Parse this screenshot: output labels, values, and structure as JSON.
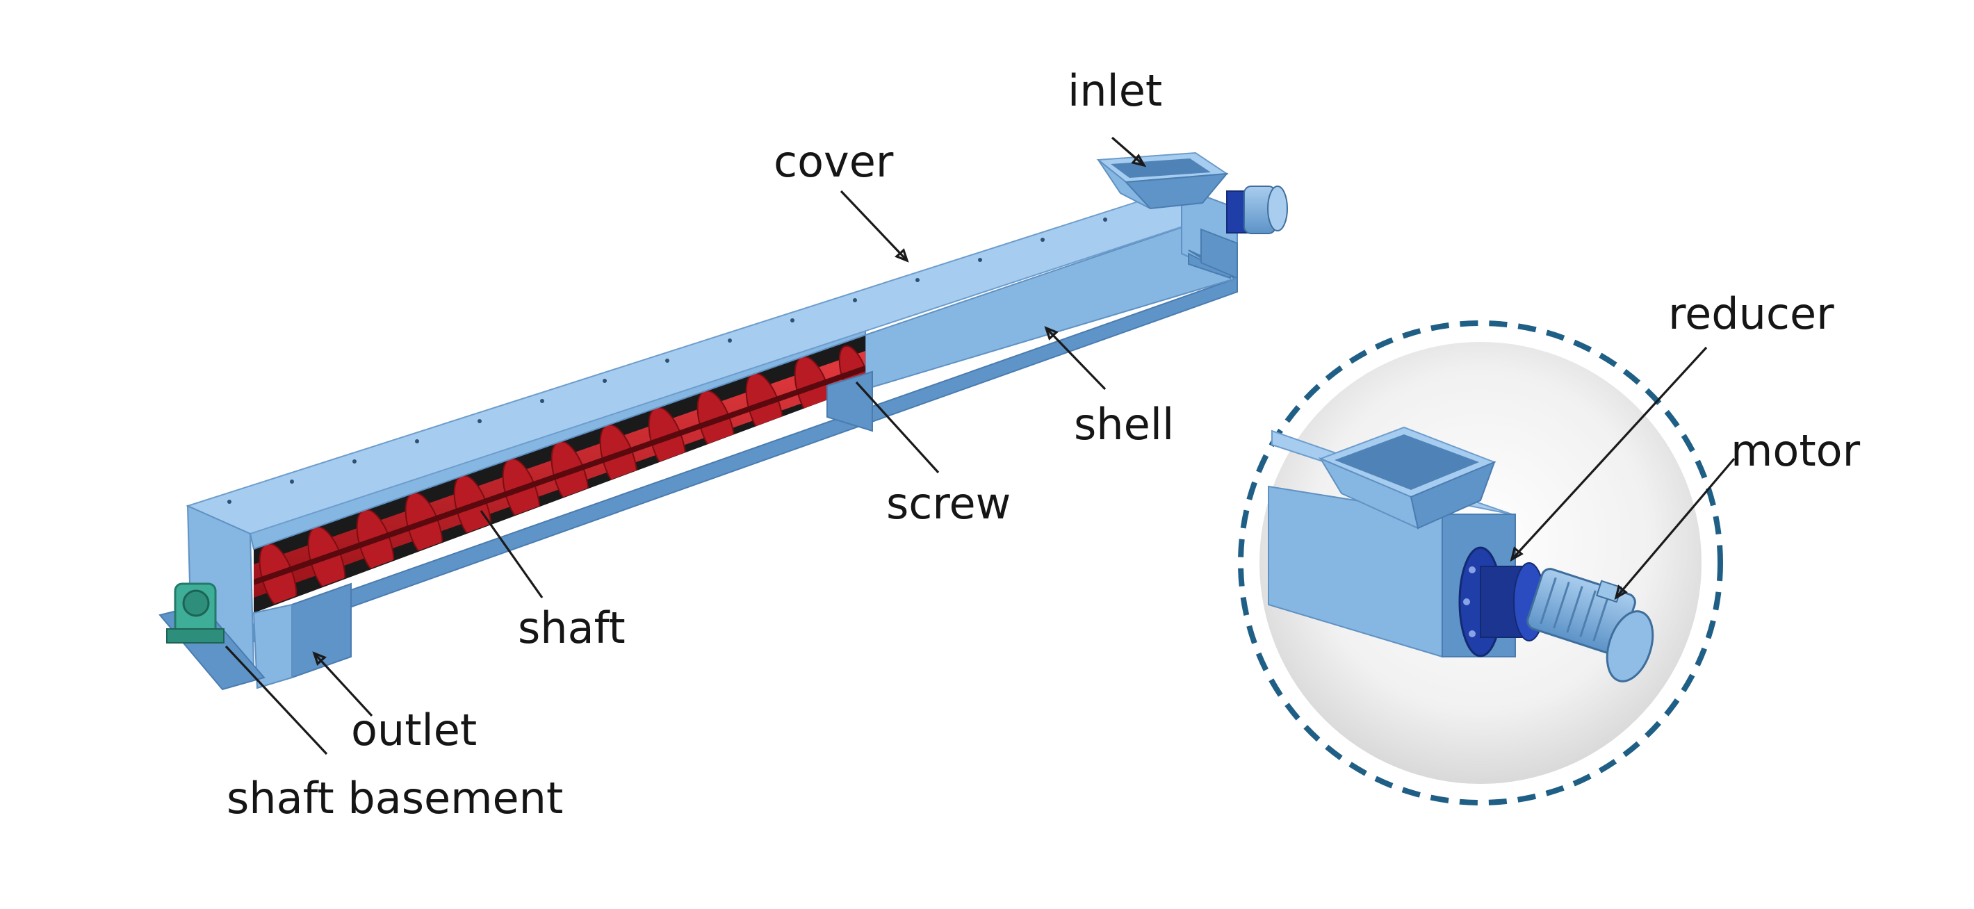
{
  "labels": {
    "inlet": "inlet",
    "cover": "cover",
    "shell": "shell",
    "screw": "screw",
    "shaft": "shaft",
    "outlet": "outlet",
    "shaft_basement": "shaft basement",
    "reducer": "reducer",
    "motor": "motor"
  },
  "colors": {
    "steel": "#86b6e2",
    "screw": "#c8202a",
    "reducer": "#1f3ea8",
    "motor": "#7fb0dc",
    "bearing": "#3fae98",
    "dashed_ring": "#1f5f86"
  }
}
